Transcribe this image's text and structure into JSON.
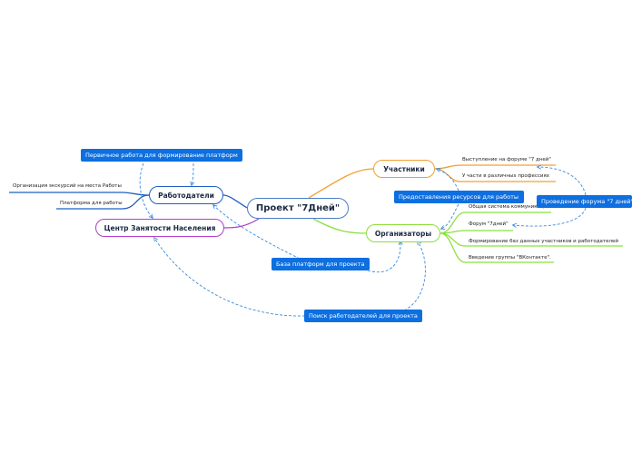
{
  "central": {
    "label": "Проект \"7Дней\""
  },
  "main_topics": {
    "participants": "Участники",
    "employers": "Работодатели",
    "czn": "Центр Занятости Населения",
    "organizers": "Организаторы"
  },
  "participants_leaves": [
    "Выступление на форуме \"7 дней\"",
    "У части в различных профессиях"
  ],
  "employers_leaves": [
    "Организация экскурсий на места Работы",
    "Платформа для работы"
  ],
  "organizers_leaves": [
    "Общая система коммуникации",
    "Форум \"7дней\"",
    "Формирование баз данных участников и работодателей",
    "Введение группы \"ВКонтакте\"."
  ],
  "callouts": {
    "primary_work": "Первичное работа для формирование платформ",
    "resources": "Предоставления ресурсов для работы",
    "forum": "Проведение форума \"7 дней\"",
    "platform_base": "База платформ для проекта",
    "employer_search": "Поиск работодателей для проекта"
  },
  "colors": {
    "central_border": "#4a7ec8",
    "participants": "#f0a030",
    "employers": "#1f5fc4",
    "czn": "#b040c8",
    "organizers": "#8ce040",
    "callout_bg": "#0d6fe0",
    "relation": "#3a8ae0"
  }
}
